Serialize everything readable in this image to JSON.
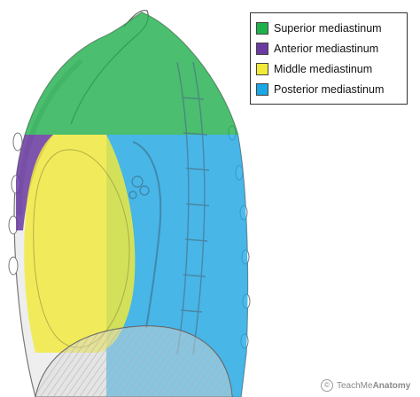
{
  "legend": {
    "items": [
      {
        "label": "Superior mediastinum",
        "color": "#1db14b"
      },
      {
        "label": "Anterior mediastinum",
        "color": "#6a3aa0"
      },
      {
        "label": "Middle mediastinum",
        "color": "#f2ea3a"
      },
      {
        "label": "Posterior mediastinum",
        "color": "#1aa7e6"
      }
    ]
  },
  "credit": {
    "logo_glyph": "©",
    "prefix": "TeachMe",
    "suffix": "Anatomy"
  }
}
